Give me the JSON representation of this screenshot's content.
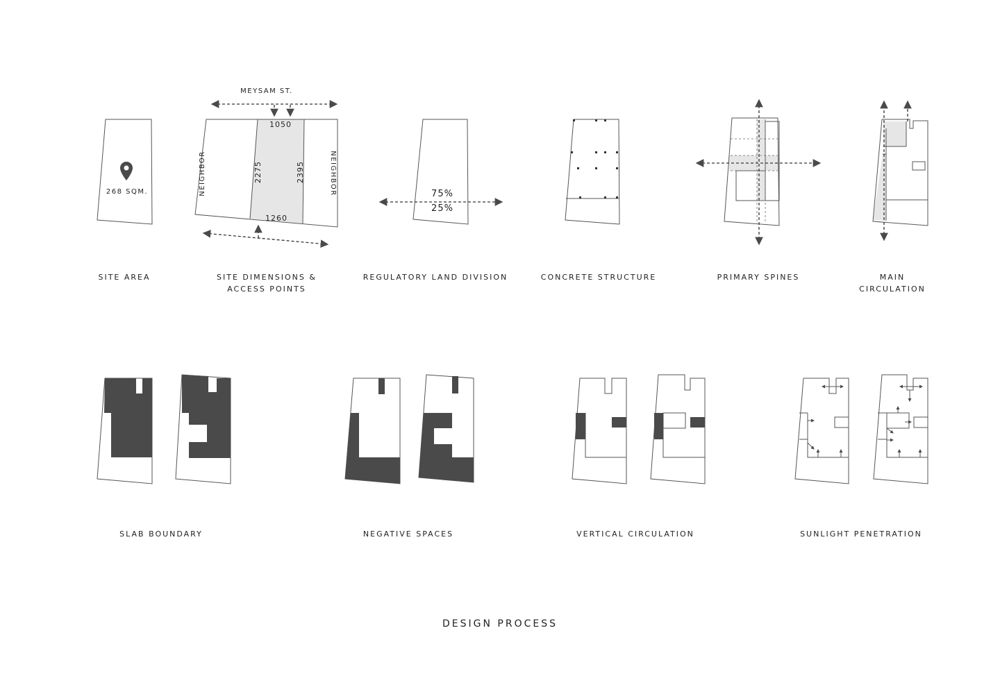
{
  "diagram": {
    "title": "DESIGN PROCESS",
    "colors": {
      "dark_fill": "#4a4a4a",
      "light_fill": "#e6e6e6",
      "line": "#555555"
    },
    "top_row": {
      "site_area": {
        "caption": "SITE AREA",
        "area_label": "268 SQM.",
        "icon": "location-pin-icon"
      },
      "site_dimensions": {
        "caption_line1": "SITE DIMENSIONS &",
        "caption_line2": "ACCESS POINTS",
        "street": "MEYSAM ST.",
        "neighbor_left": "NEIGHBOR",
        "neighbor_right": "NEIGHBOR",
        "top_width": "1050",
        "bottom_width": "1260",
        "left_length": "2275",
        "right_length": "2395"
      },
      "land_division": {
        "caption": "REGULATORY LAND DIVISION",
        "upper_pct": "75%",
        "lower_pct": "25%"
      },
      "structure": {
        "caption": "CONCRETE STRUCTURE"
      },
      "spines": {
        "caption": "PRIMARY SPINES"
      },
      "main_circulation": {
        "caption_line1": "MAIN",
        "caption_line2": "CIRCULATION"
      }
    },
    "bottom_row": {
      "slab": {
        "caption": "SLAB BOUNDARY"
      },
      "negative": {
        "caption": "NEGATIVE SPACES"
      },
      "vertical": {
        "caption": "VERTICAL CIRCULATION"
      },
      "sunlight": {
        "caption": "SUNLIGHT PENETRATION"
      }
    }
  }
}
